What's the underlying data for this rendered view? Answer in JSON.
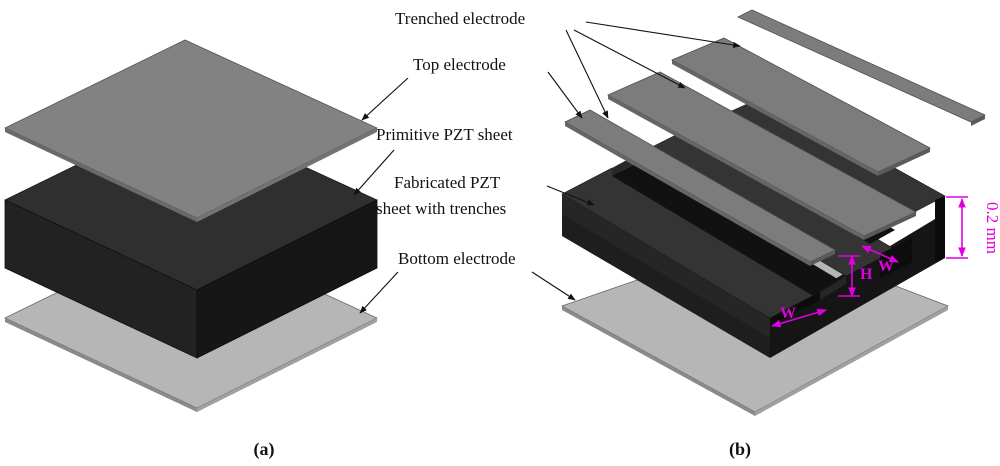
{
  "figure": {
    "captions": {
      "a": "(a)",
      "b": "(b)"
    },
    "labels": {
      "trenched_electrode": "Trenched electrode",
      "top_electrode": "Top electrode",
      "primitive_pzt": "Primitive PZT sheet",
      "fabricated_pzt_line1": "Fabricated PZT",
      "fabricated_pzt_line2": "sheet with trenches",
      "bottom_electrode": "Bottom electrode"
    },
    "dimensions": {
      "width": "W",
      "height": "H",
      "thickness": "0.2 mm"
    },
    "colors": {
      "top_electrode": "#828282",
      "pzt_top": "#2f2f2f",
      "pzt_front": "#202020",
      "pzt_side": "#161616",
      "bottom_electrode": "#b6b6b6",
      "dimension": "#e000e0"
    }
  }
}
